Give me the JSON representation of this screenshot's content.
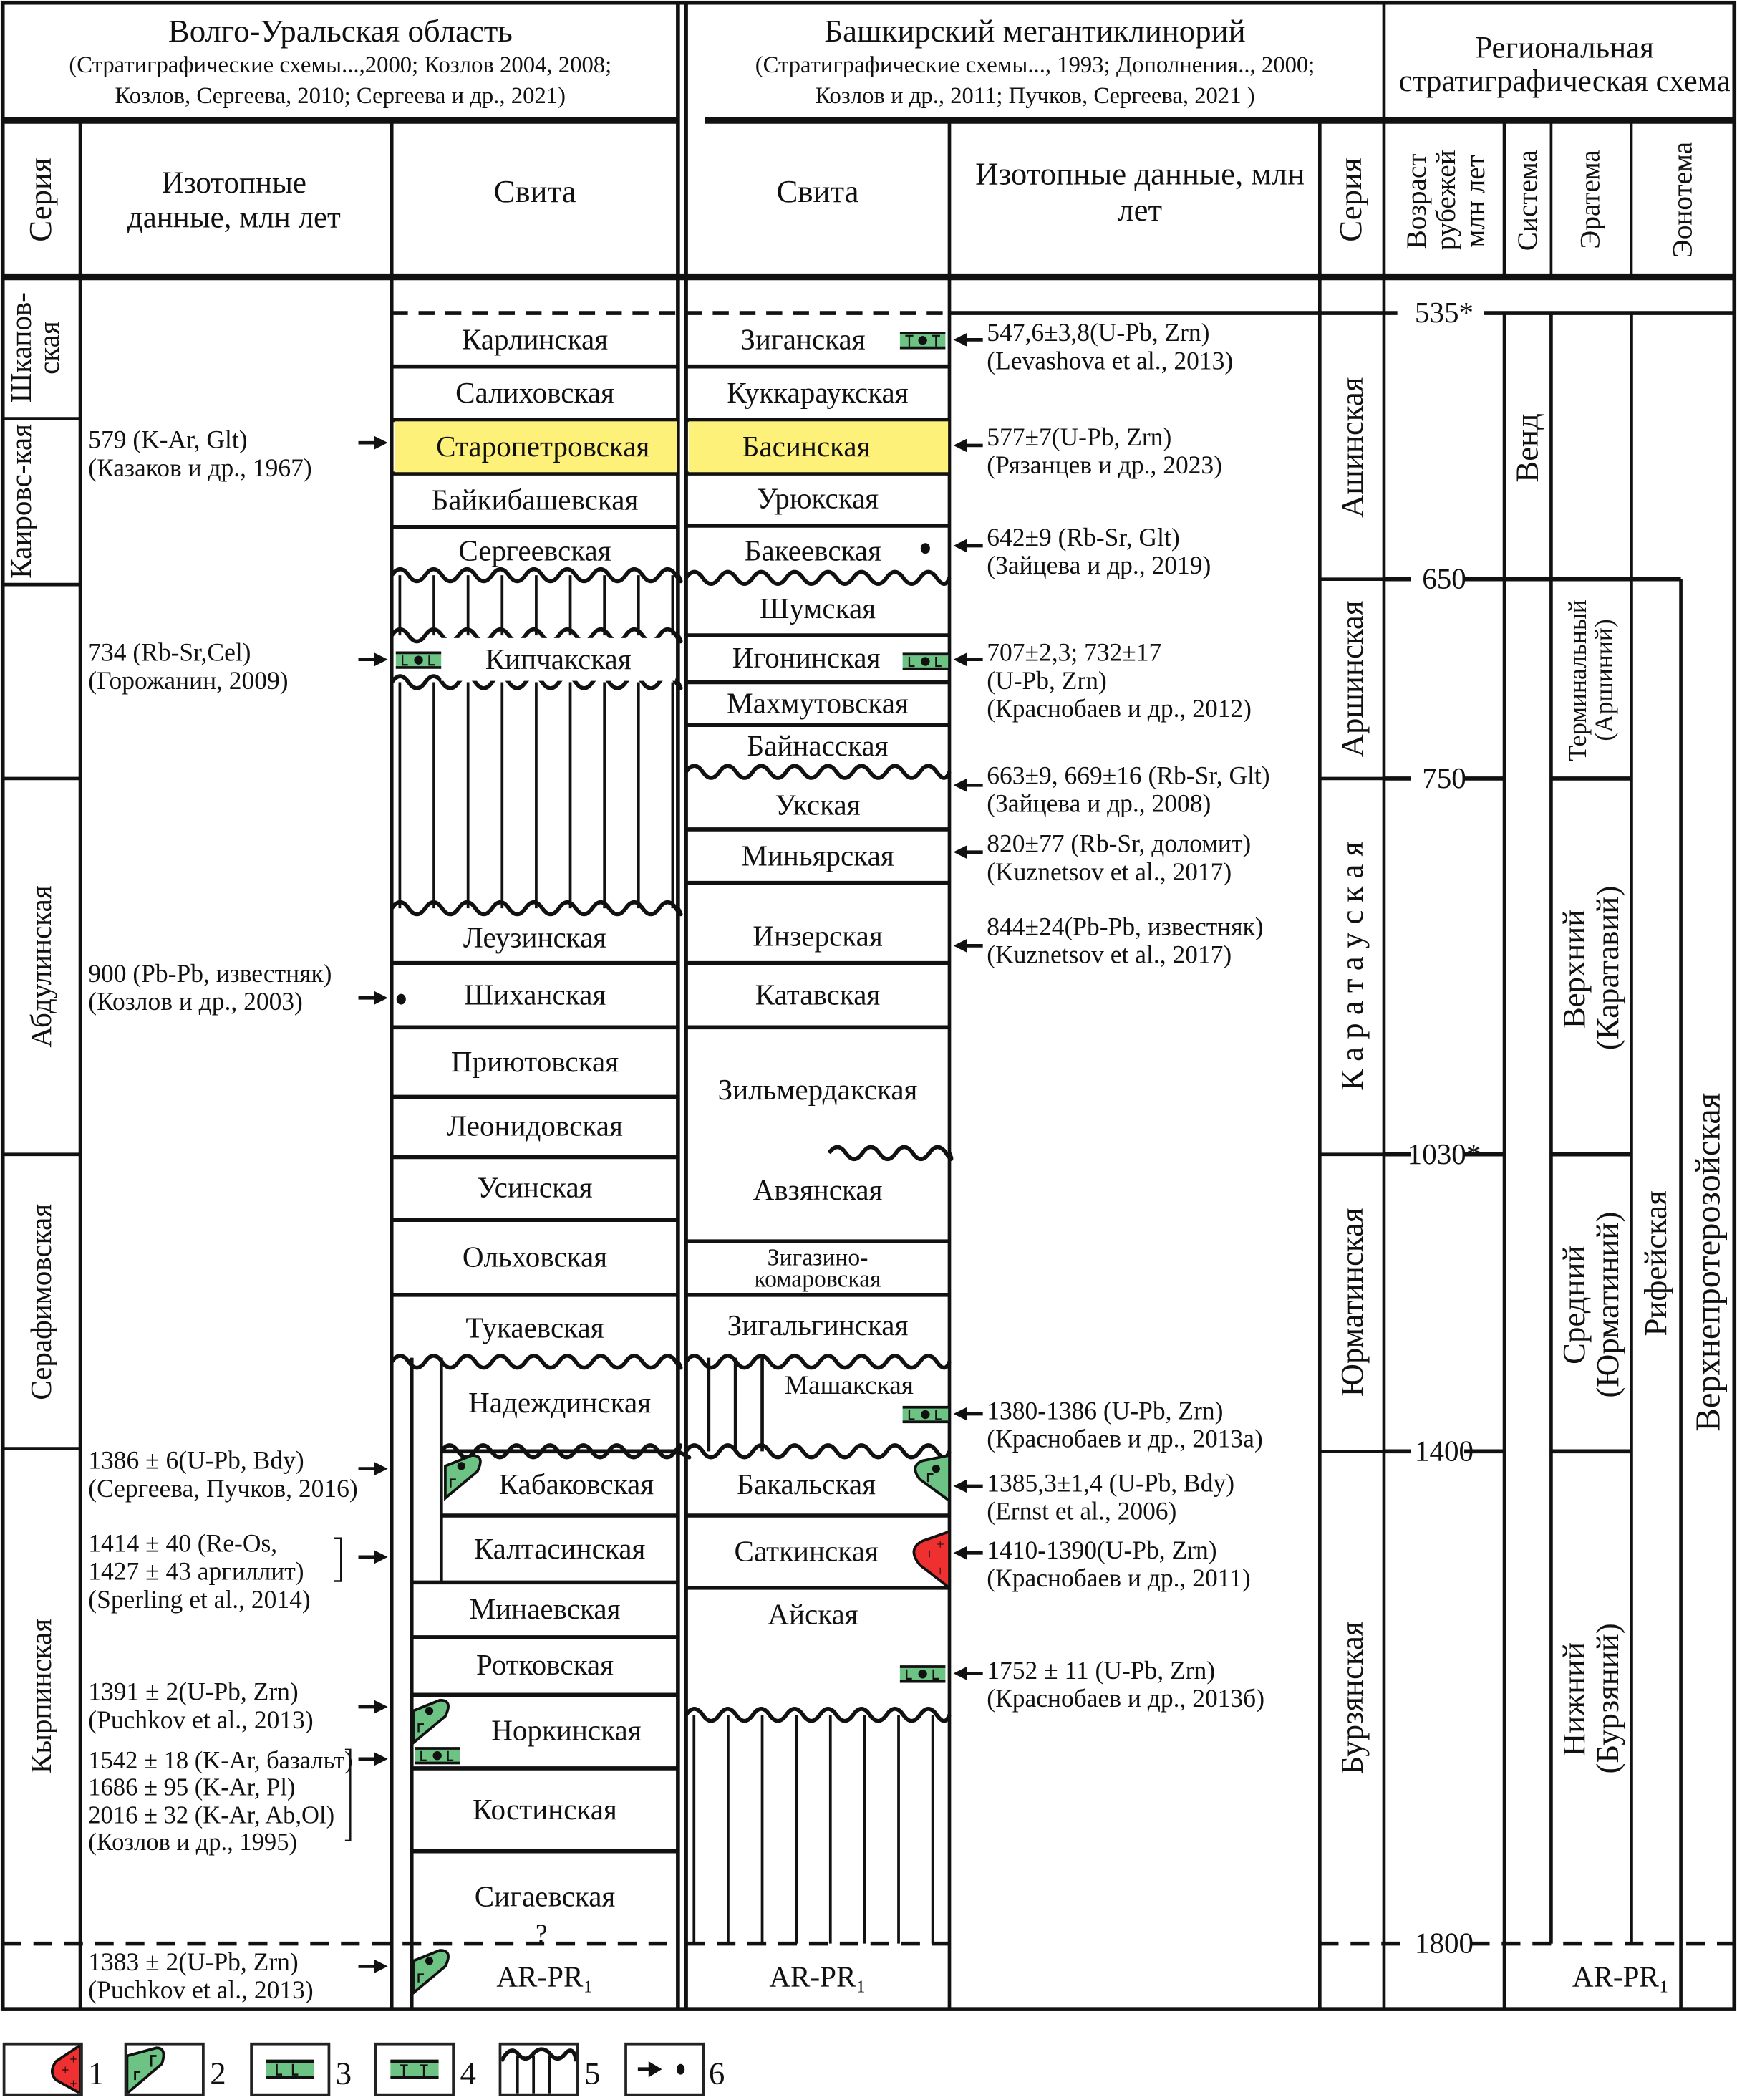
{
  "header": {
    "volga": {
      "title": "Волго-Уральская область",
      "refs_1": "(Стратиграфические схемы...,2000; Козлов 2004, 2008;",
      "refs_2": "Козлов, Сергеева, 2010; Сергеева и др., 2021)"
    },
    "bashkir": {
      "title": "Башкирский мегантиклинорий",
      "refs_1": "(Стратиграфические схемы..., 1993; Дополнения.., 2000;",
      "refs_2": "Козлов и др., 2011; Пучков, Сергеева, 2021 )"
    },
    "regional": {
      "title": "Региональная стратиграфическая схема"
    }
  },
  "columns": {
    "series_left": "Серия",
    "isotope_left": "Изотопные данные, млн лет",
    "suite_left": "Свита",
    "suite_right": "Свита",
    "isotope_right": "Изотопные  данные, млн лет",
    "series_right": "Серия",
    "age": "Возраст рубежей млн лет",
    "system": "Система",
    "eratem": "Эратема",
    "eonotem": "Эонотема"
  },
  "series_left": [
    "Шкапов-ская",
    "Каировс-кая",
    "Абдулинская",
    "Серафимовская",
    "Кырпинская"
  ],
  "suites_left": [
    "Карлинская",
    "Салиховская",
    "Старопетровская",
    "Байкибашевская",
    "Сергеевская",
    "Кипчакская",
    "Леузинская",
    "Шиханская",
    "Приютовская",
    "Леонидовская",
    "Усинская",
    "Ольховская",
    "Тукаевская",
    "Надеждинская",
    "Кабаковская",
    "Калтасинская",
    "Минаевская",
    "Ротковская",
    "Норкинская",
    "Костинская",
    "Сигаевская",
    "AR-PR₁"
  ],
  "suites_right": [
    "Зиганская",
    "Куккараукская",
    "Басинская",
    "Урюкская",
    "Бакеевская",
    "Шумская",
    "Игонинская",
    "Махмутовская",
    "Байнасская",
    "Укская",
    "Миньярская",
    "Инзерская",
    "Катавская",
    "Зильмердакская",
    "Авзянская",
    "Зигазино-комаровская",
    "Зигальгинская",
    "Машакская",
    "Бакальская",
    "Саткинская",
    "Айская",
    "AR-PR₁"
  ],
  "uncertain_mark": "?",
  "isotopes_left": [
    [
      "579 (K-Ar, Glt)",
      "(Казаков и др., 1967)"
    ],
    [
      "734 (Rb-Sr,Cel)",
      "(Горожанин, 2009)"
    ],
    [
      "900 (Pb-Pb, известняк)",
      "(Козлов и др., 2003)"
    ],
    [
      "1386 ± 6(U-Pb, Bdy)",
      "(Сергеева, Пучков, 2016)"
    ],
    [
      "1414 ± 40   (Re-Os,",
      "1427 ± 43  аргиллит)",
      "(Sperling et al., 2014)"
    ],
    [
      "1391 ± 2(U-Pb, Zrn)",
      "(Puchkov et al., 2013)"
    ],
    [
      "1542 ± 18 (K-Ar, базальт)",
      "1686 ± 95 (K-Ar, Pl)",
      "2016 ± 32 (K-Ar, Ab,Ol)",
      "(Козлов и др., 1995)"
    ],
    [
      "1383 ± 2(U-Pb, Zrn)",
      "(Puchkov et al., 2013)"
    ]
  ],
  "isotopes_right": [
    [
      "547,6±3,8(U-Pb, Zrn)",
      "(Levashova et al., 2013)"
    ],
    [
      "577±7(U-Pb, Zrn)",
      "(Рязанцев и др., 2023)"
    ],
    [
      "642±9  (Rb-Sr, Glt)",
      "(Зайцева и др., 2019)"
    ],
    [
      "707±2,3; 732±17",
      "(U-Pb, Zrn)",
      "(Краснобаев и др., 2012)"
    ],
    [
      "663±9, 669±16 (Rb-Sr, Glt)",
      "(Зайцева и др., 2008)"
    ],
    [
      "820±77 (Rb-Sr, доломит)",
      "(Kuznetsov et al., 2017)"
    ],
    [
      "844±24(Pb-Pb, известняк)",
      "(Kuznetsov et al., 2017)"
    ],
    [
      "1380-1386 (U-Pb, Zrn)",
      "(Краснобаев и др., 2013а)"
    ],
    [
      "1385,3±1,4 (U-Pb, Bdy)",
      "(Ernst et al., 2006)"
    ],
    [
      "1410-1390(U-Pb, Zrn)",
      "(Краснобаев и др., 2011)"
    ],
    [
      "1752 ± 11 (U-Pb, Zrn)",
      "(Краснобаев и др., 2013б)"
    ]
  ],
  "series_right": [
    "Ашинская",
    "Аршинская",
    "К а р а т а у с к а я",
    "Юрматинская",
    "Бурзянская"
  ],
  "ages": [
    "535*",
    "650",
    "750",
    "1030*",
    "1400",
    "1800"
  ],
  "system": [
    "Венд"
  ],
  "eratem": [
    "Терминальный (Аршиний)",
    "Верхний (Каратавий)",
    "Средний (Юрматиний)",
    "Нижний (Бурзяний)"
  ],
  "eonotem": [
    "Рифейская",
    "Верхнепротерозойская"
  ],
  "regional_base": "AR-PR₁",
  "legend": [
    "1",
    "2",
    "3",
    "4",
    "5",
    "6"
  ],
  "colors": {
    "highlight": "#fdf17a",
    "green": "#6cc383",
    "red": "#ee3030",
    "line": "#111111"
  }
}
